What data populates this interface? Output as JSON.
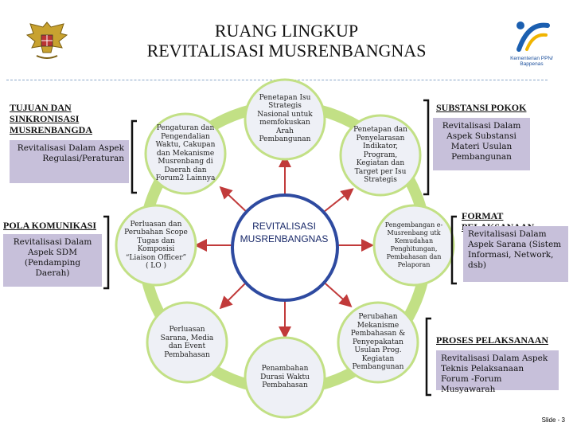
{
  "title_line1": "RUANG LINGKUP",
  "title_line2": "REVITALISASI MUSRENBANGNAS",
  "logo": {
    "line1": "Kementerian PPN/",
    "line2": "Bappenas"
  },
  "left_top": {
    "heading": "TUJUAN DAN SINKRONISASI MUSRENBANGDA",
    "box": "Revitalisasi Dalam Aspek Regulasi/Peraturan"
  },
  "left_bottom": {
    "heading": "POLA KOMUNIKASI",
    "box": "Revitalisasi Dalam Aspek SDM (Pendamping Daerah)"
  },
  "right_top": {
    "heading": "SUBSTANSI POKOK",
    "box": "Revitalisasi Dalam Aspek Substansi Materi Usulan Pembangunan"
  },
  "right_middle": {
    "heading": "FORMAT PELAKSANAAN",
    "box": "Revitalisasi Dalam Aspek Sarana (Sistem Informasi, Network, dsb)"
  },
  "right_bottom": {
    "heading": "PROSES PELAKSANAAN",
    "box": "Revitalisasi Dalam Aspek Teknis Pelaksanaan Forum -Forum Musyawarah"
  },
  "center": "REVITALISASI MUSRENBANGNAS",
  "circles": {
    "top": "Penetapan Isu Strategis Nasional untuk memfokuskan Arah Pembangunan",
    "upper_left": "Pengaturan dan Pengendalian Waktu, Cakupan dan Mekanisme Musrenbang di Daerah dan Forum2 Lainnya",
    "upper_right": "Penetapan dan Penyelarasan Indikator, Program, Kegiatan dan Target per Isu Strategis",
    "left": "Perluasan dan Perubahan Scope Tugas dan Komposisi “Liaison Officer” ( LO )",
    "right": "Pengembangan e-Musrenbang utk Kemudahan Penghitungan, Pembahasan dan Pelaporan",
    "lower_left": "Perluasan Sarana, Media dan Event Pembahasan",
    "bottom": "Penambahan Durasi Waktu Pembahasan",
    "lower_right": "Perubahan Mekanisme Pembahasan & Penyepakatan Usulan Prog. Kegiatan Pembangunan"
  },
  "slide": "Slide - 3",
  "colors": {
    "box": "#c7c0da",
    "ring": "#c2e085",
    "arrow": "#c13a3a",
    "center_ring": "#2e4aa0",
    "circle_fill": "#eef0f6"
  }
}
